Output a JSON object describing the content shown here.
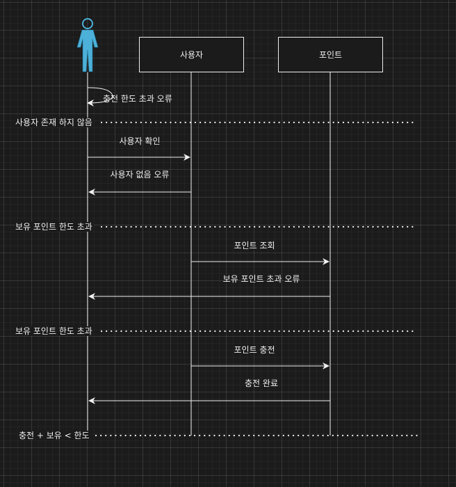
{
  "participants": {
    "user": "사용자",
    "point": "포인트"
  },
  "messages": {
    "self_error": "충전 한도 초과 오류",
    "check_user": "사용자 확인",
    "no_user_error": "사용자 없음 오류",
    "query_point": "포인트 조회",
    "point_exceed_error": "보유 포인트 초과 오류",
    "charge_point": "포인트 충전",
    "charge_done": "충전 완료"
  },
  "guards": {
    "g1": "사용자 존재 하지 않음",
    "g2": "보유 포인트 한도 초과",
    "g3": "보유 포인트 한도 초과",
    "g4": "충전 + 보유 < 한도"
  },
  "colors": {
    "background": "#1b1b1b",
    "line": "#f0f0f0",
    "actor": "#4cb0d8",
    "actor_outline": "#1f6f94"
  }
}
